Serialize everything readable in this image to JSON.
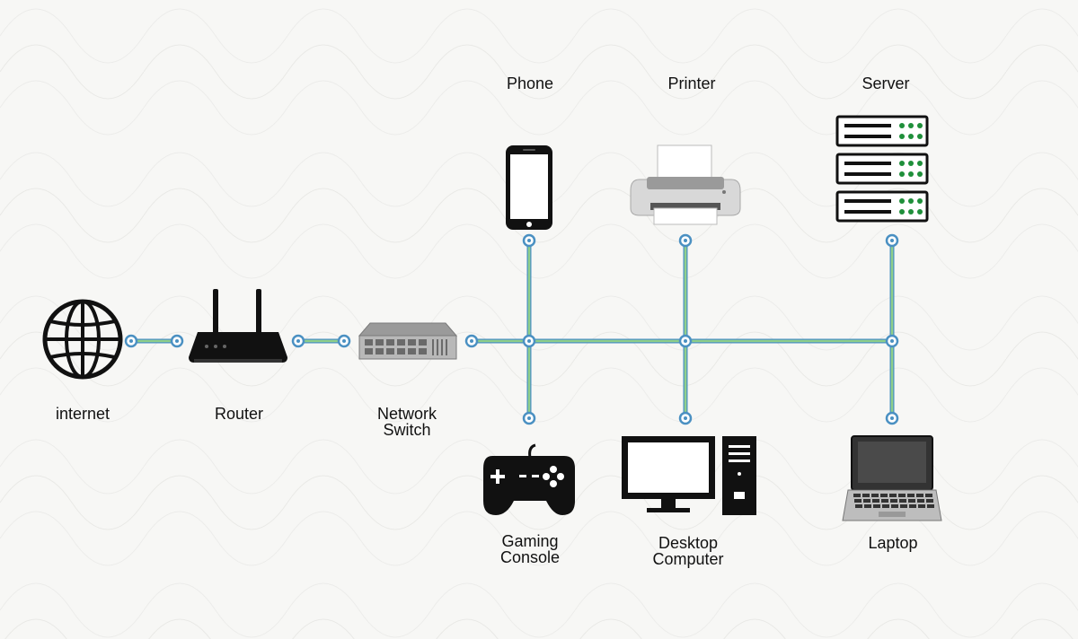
{
  "colors": {
    "background": "#f7f7f5",
    "link_line": "#8fcf8a",
    "link_outline": "#4a90c2",
    "node_fill": "#ffffff",
    "node_stroke": "#4a90c2",
    "icon": "#111111",
    "icon_gray": "#8a8a8a"
  },
  "devices": {
    "internet": {
      "label": "internet",
      "icon": "globe-icon"
    },
    "router": {
      "label": "Router",
      "icon": "router-icon"
    },
    "network_switch": {
      "label": "Network\nSwitch",
      "icon": "network-switch-icon"
    },
    "phone": {
      "label": "Phone",
      "icon": "phone-icon"
    },
    "printer": {
      "label": "Printer",
      "icon": "printer-icon"
    },
    "server": {
      "label": "Server",
      "icon": "server-icon"
    },
    "gaming_console": {
      "label": "Gaming\nConsole",
      "icon": "gamepad-icon"
    },
    "desktop_computer": {
      "label": "Desktop\nComputer",
      "icon": "desktop-computer-icon"
    },
    "laptop": {
      "label": "Laptop",
      "icon": "laptop-icon"
    }
  },
  "connections": [
    {
      "from": "internet",
      "to": "router"
    },
    {
      "from": "router",
      "to": "network_switch"
    },
    {
      "from": "network_switch",
      "to": "backbone"
    },
    {
      "from": "backbone",
      "to": "phone"
    },
    {
      "from": "backbone",
      "to": "printer"
    },
    {
      "from": "backbone",
      "to": "server"
    },
    {
      "from": "backbone",
      "to": "gaming_console"
    },
    {
      "from": "backbone",
      "to": "desktop_computer"
    },
    {
      "from": "backbone",
      "to": "laptop"
    }
  ]
}
